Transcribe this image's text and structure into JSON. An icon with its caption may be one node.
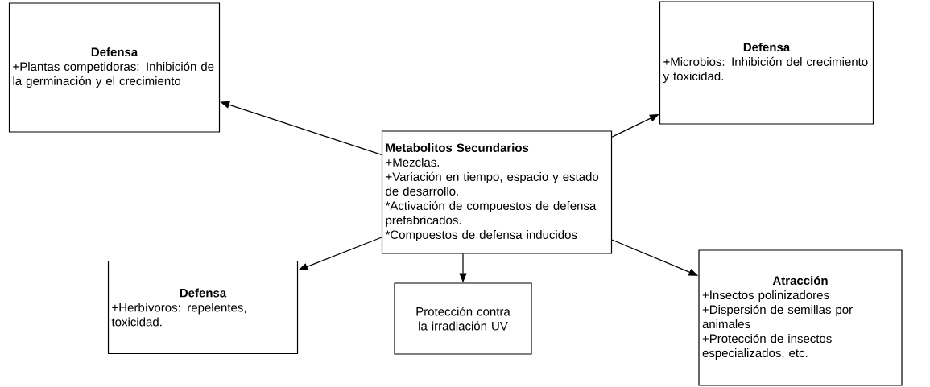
{
  "diagram": {
    "nodes": [
      {
        "text": [
          "Metabolitos Secundarios",
          "+Mezclas.",
          "+Variación en tiempo, espacio y estado de desarrollo.",
          "*Activación de compuestos de defensa prefabricados.",
          "*Compuestos de defensa inducidos"
        ]
      },
      {
        "text": [
          "Defensa",
          "+Plantas competidoras: Inhibición de la germinación y el crecimiento"
        ]
      },
      {
        "text": [
          "Defensa",
          "+Microbios: Inhibición del crecimiento y toxicidad."
        ]
      },
      {
        "text": [
          "Defensa",
          "+Herbívoros: repelentes, toxicidad."
        ]
      },
      {
        "text": [
          "Protección contra la irradiación UV"
        ]
      },
      {
        "text": [
          "Atracción",
          "+Insectos polinizadores",
          "+Dispersión de semillas por animales",
          "+Protección de insectos especializados, etc."
        ]
      }
    ],
    "edges": [
      {
        "from": 0,
        "to": 1,
        "arrow": "to"
      },
      {
        "from": 0,
        "to": 2,
        "arrow": "to"
      },
      {
        "from": 0,
        "to": 3,
        "arrow": "to"
      },
      {
        "from": 0,
        "to": 4,
        "arrow": "to"
      },
      {
        "from": 0,
        "to": 5,
        "arrow": "to"
      }
    ]
  }
}
